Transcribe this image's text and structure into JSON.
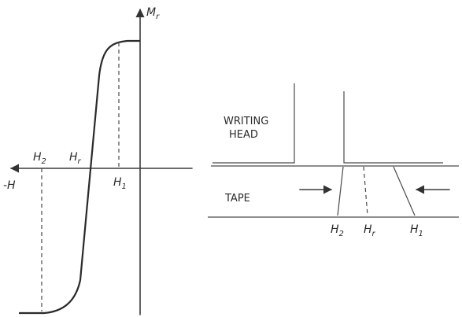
{
  "hysteresis": {
    "y_axis_label": "M",
    "y_axis_sub": "r",
    "x_axis_label": "-H",
    "h2_label": "H",
    "h2_sub": "2",
    "hr_label": "H",
    "hr_sub": "r",
    "h1_label": "H",
    "h1_sub": "1"
  },
  "tape_diagram": {
    "writing_head_label_line1": "WRITING",
    "writing_head_label_line2": "HEAD",
    "tape_label": "TAPE",
    "h2_label": "H",
    "h2_sub": "2",
    "hr_label": "H",
    "hr_sub": "r",
    "h1_label": "H",
    "h1_sub": "1"
  }
}
